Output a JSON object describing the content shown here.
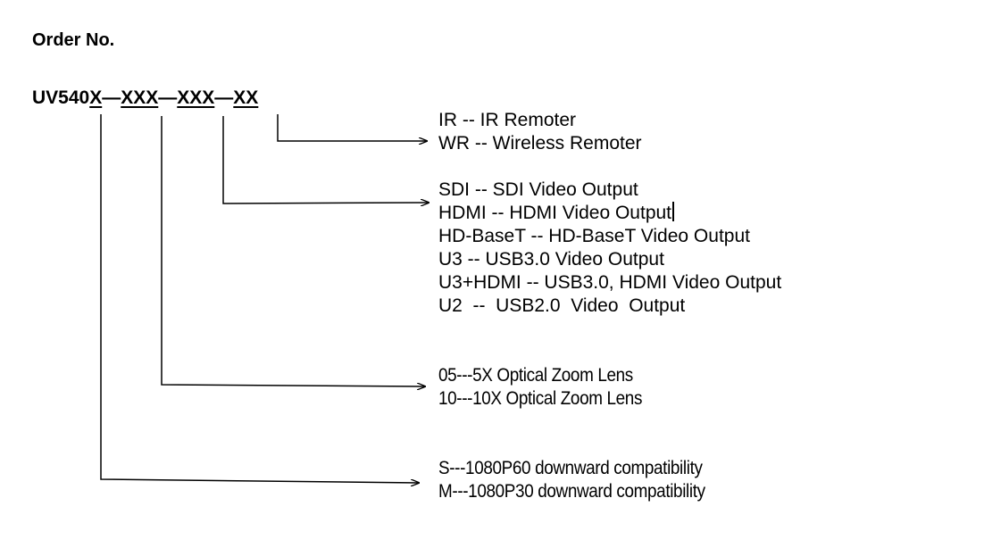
{
  "title": "Order No.",
  "code": {
    "prefix": "UV540",
    "segments": [
      "X",
      "XXX",
      "XXX",
      "XX"
    ],
    "separator": "—"
  },
  "groups": {
    "remote": {
      "segment_index": 3,
      "options": [
        "IR -- IR Remoter",
        "WR -- Wireless Remoter"
      ]
    },
    "video_output": {
      "segment_index": 2,
      "options": [
        "SDI -- SDI Video Output",
        "HDMI -- HDMI Video Output",
        "HD-BaseT -- HD-BaseT Video Output",
        "U3 -- USB3.0 Video Output",
        "U3+HDMI -- USB3.0, HDMI Video Output",
        "U2  --  USB2.0  Video  Output"
      ]
    },
    "zoom_lens": {
      "segment_index": 1,
      "options": [
        "05---5X Optical Zoom Lens",
        "10---10X Optical Zoom Lens"
      ]
    },
    "compatibility": {
      "segment_index": 0,
      "options": [
        "S---1080P60 downward compatibility",
        "M---1080P30 downward compatibility"
      ]
    }
  }
}
